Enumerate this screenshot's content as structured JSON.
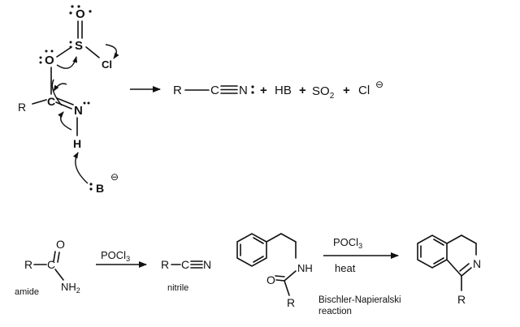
{
  "top": {
    "atoms": {
      "o_top": "O",
      "s": "S",
      "cl": "Cl",
      "o_mid": "O",
      "c": "C",
      "r": "R",
      "n": "N",
      "h": "H",
      "b": "B",
      "b_charge": "⊖"
    },
    "products": {
      "r": "R",
      "c": "C",
      "n": "N",
      "plus1": "+",
      "hb": "HB",
      "plus2": "+",
      "so2": "SO",
      "so2_sub": "2",
      "plus3": "+",
      "cl": "Cl",
      "cl_charge": "⊖"
    }
  },
  "bottom": {
    "amide": {
      "o": "O",
      "r": "R",
      "c": "C",
      "nh": "NH",
      "nh_sub": "2",
      "label": "amide"
    },
    "reagent1": {
      "text": "POCl",
      "sub": "3"
    },
    "nitrile": {
      "r": "R",
      "c": "C",
      "n": "N",
      "label": "nitrile"
    },
    "substrate": {
      "nh": "NH",
      "o": "O",
      "r": "R"
    },
    "reagent2": {
      "text": "POCl",
      "sub": "3",
      "condition": "heat"
    },
    "reaction_name": {
      "line1": "Bischler-Napieralski",
      "line2": "reaction"
    },
    "product": {
      "n": "N",
      "r": "R"
    }
  }
}
